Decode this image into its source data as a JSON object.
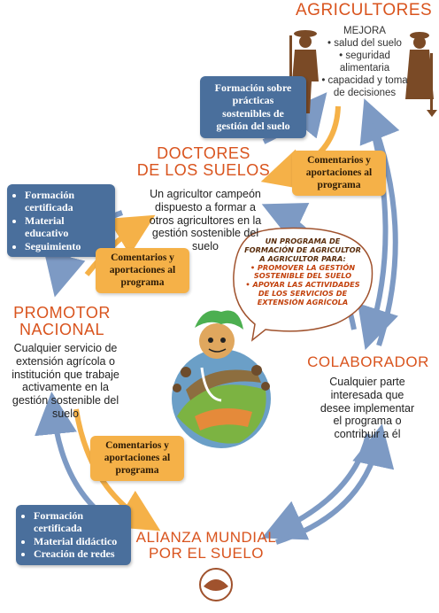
{
  "agricultores": {
    "title": "AGRICULTORES",
    "subtitle": "MEJORA",
    "items": [
      "• salud del suelo",
      "• seguridad alimentaria",
      "• capacidad y toma de decisiones"
    ]
  },
  "box_formacion_top": {
    "text": "Formación sobre prácticas sostenibles de gestión del suelo"
  },
  "doctores": {
    "title_line1": "DOCTORES",
    "title_line2": "DE LOS SUELOS",
    "description": "Un agricultor campeón dispuesto a formar a otros agricultores en la gestión sostenible del suelo"
  },
  "comentarios_right": {
    "text": "Comentarios y aportaciones al programa"
  },
  "box_left_top": {
    "items": [
      "Formación certificada",
      "Material educativo",
      "Seguimiento"
    ]
  },
  "comentarios_left": {
    "text": "Comentarios y aportaciones al programa"
  },
  "bubble": {
    "line1": "UN PROGRAMA DE FORMACIÓN DE AGRICULTOR A AGRICULTOR PARA:",
    "line2": "• PROMOVER LA GESTIÓN SOSTENIBLE DEL SUELO",
    "line3": "• APOYAR LAS ACTIVIDADES DE LOS SERVICIOS DE EXTENSIÓN AGRÍCOLA"
  },
  "promotor": {
    "title_line1": "PROMOTOR",
    "title_line2": "NACIONAL",
    "description": "Cualquier servicio de extensión agrícola o institución que trabaje activamente en la gestión sostenible del suelo"
  },
  "colaborador": {
    "title": "COLABORADOR",
    "description": "Cualquier parte interesada que desee implementar el programa o contribuir a él"
  },
  "comentarios_bottom": {
    "text": "Comentarios y aportaciones al programa"
  },
  "box_left_bottom": {
    "items": [
      "Formación certificada",
      "Material didáctico",
      "Creación de redes"
    ]
  },
  "alianza": {
    "title_line1": "ALIANZA MUNDIAL",
    "title_line2": "POR EL SUELO"
  },
  "colors": {
    "heading_orange": "#d9541e",
    "box_blue": "#4a6f9c",
    "box_orange": "#f5b148",
    "arrow_blue": "#7d9ac4",
    "arrow_orange": "#f5b148",
    "figure_brown": "#7a4a26"
  }
}
